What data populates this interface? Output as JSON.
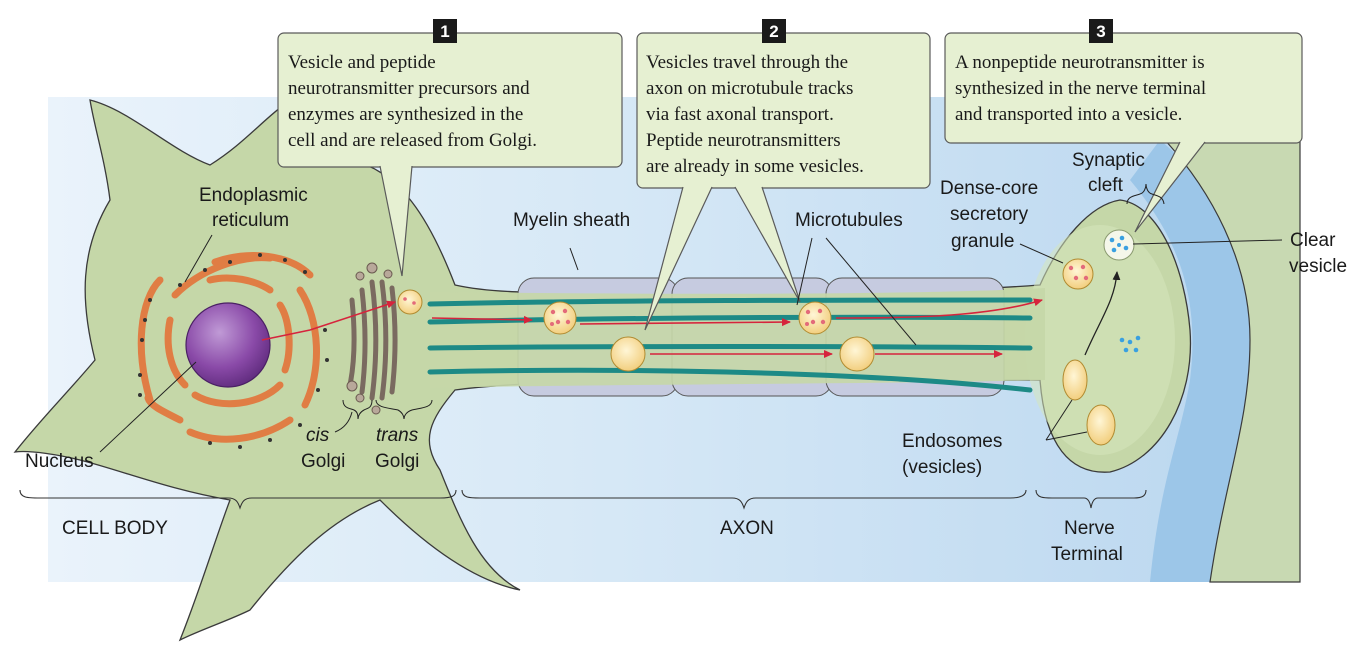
{
  "steps": [
    {
      "number": "1",
      "lines": [
        "Vesicle and peptide",
        "neurotransmitter precursors and",
        "enzymes are synthesized in the",
        "cell and are released from Golgi."
      ]
    },
    {
      "number": "2",
      "lines": [
        "Vesicles travel through the",
        "axon on microtubule tracks",
        "via fast axonal transport.",
        "Peptide neurotransmitters",
        "are already in some vesicles."
      ]
    },
    {
      "number": "3",
      "lines": [
        "A nonpeptide neurotransmitter is",
        "synthesized in the nerve terminal",
        "and transported into a vesicle."
      ]
    }
  ],
  "labels": {
    "er_line1": "Endoplasmic",
    "er_line2": "reticulum",
    "nucleus": "Nucleus",
    "cis": "cis",
    "trans": "trans",
    "golgi": "Golgi",
    "myelin": "Myelin sheath",
    "microtubules": "Microtubules",
    "dense_core_1": "Dense-core",
    "dense_core_2": "secretory",
    "dense_core_3": "granule",
    "synaptic_1": "Synaptic",
    "synaptic_2": "cleft",
    "clear_1": "Clear",
    "clear_2": "vesicle",
    "endosomes_1": "Endosomes",
    "endosomes_2": "(vesicles)"
  },
  "regions": {
    "cell_body": "CELL BODY",
    "axon": "AXON",
    "nerve_terminal_1": "Nerve",
    "nerve_terminal_2": "Terminal"
  },
  "colors": {
    "cell": "#c5d7a8",
    "cell_outline": "#3a3a3a",
    "background": "#cfe3f3",
    "cleft": "#9cc6e8",
    "microtubule": "#1d8a86",
    "er": "#e07d44",
    "nucleus": "#8a4aa8",
    "vesicle": "#f6dc93",
    "myelin": "#c6cbe0",
    "arrow": "#d6243c",
    "box_fill": "#e6f0d2"
  }
}
